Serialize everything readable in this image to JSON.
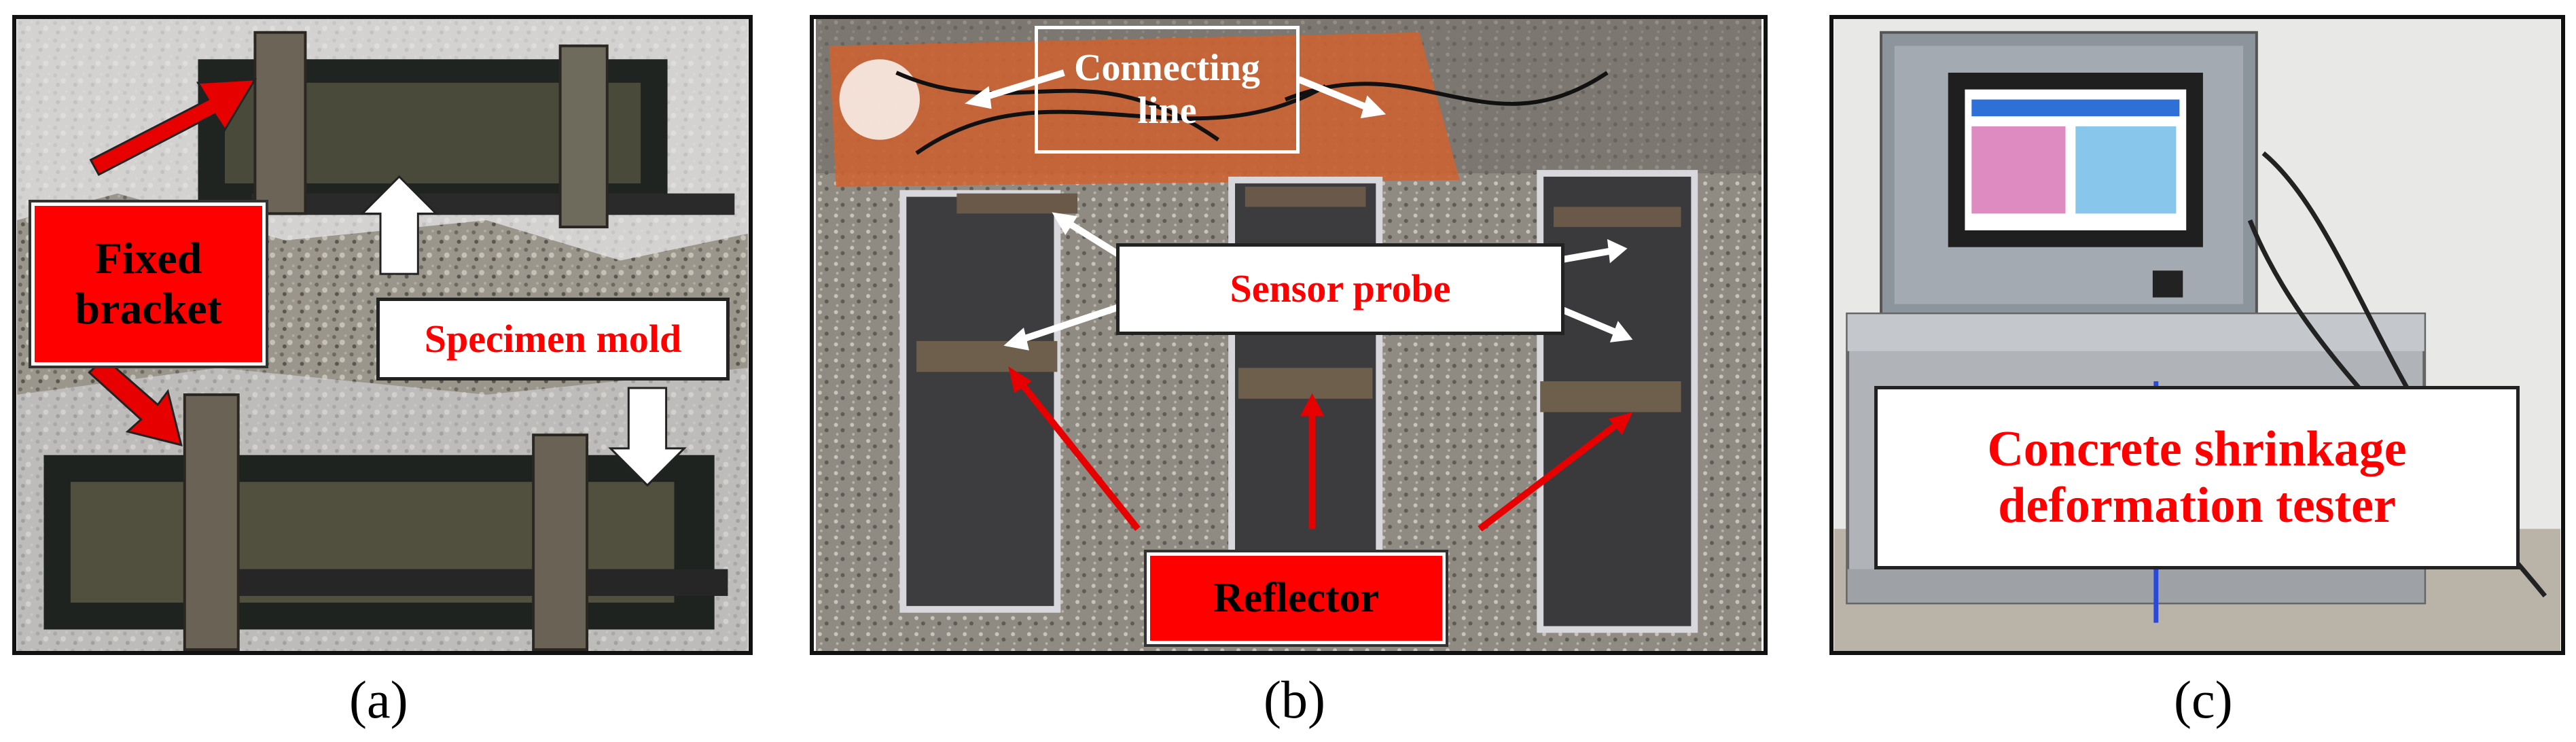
{
  "panels": {
    "a": {
      "caption": "(a)",
      "labels": {
        "fixed_bracket": "Fixed bracket",
        "specimen_mold": "Specimen mold"
      }
    },
    "b": {
      "caption": "(b)",
      "labels": {
        "connecting_line": "Connecting line",
        "sensor_probe": "Sensor probe",
        "reflector": "Reflector"
      }
    },
    "c": {
      "caption": "(c)",
      "labels": {
        "tester": "Concrete shrinkage deformation tester"
      }
    }
  },
  "colors": {
    "label_red": "#ff0000",
    "arrow_red": "#e60000",
    "arrow_white": "#ffffff"
  }
}
